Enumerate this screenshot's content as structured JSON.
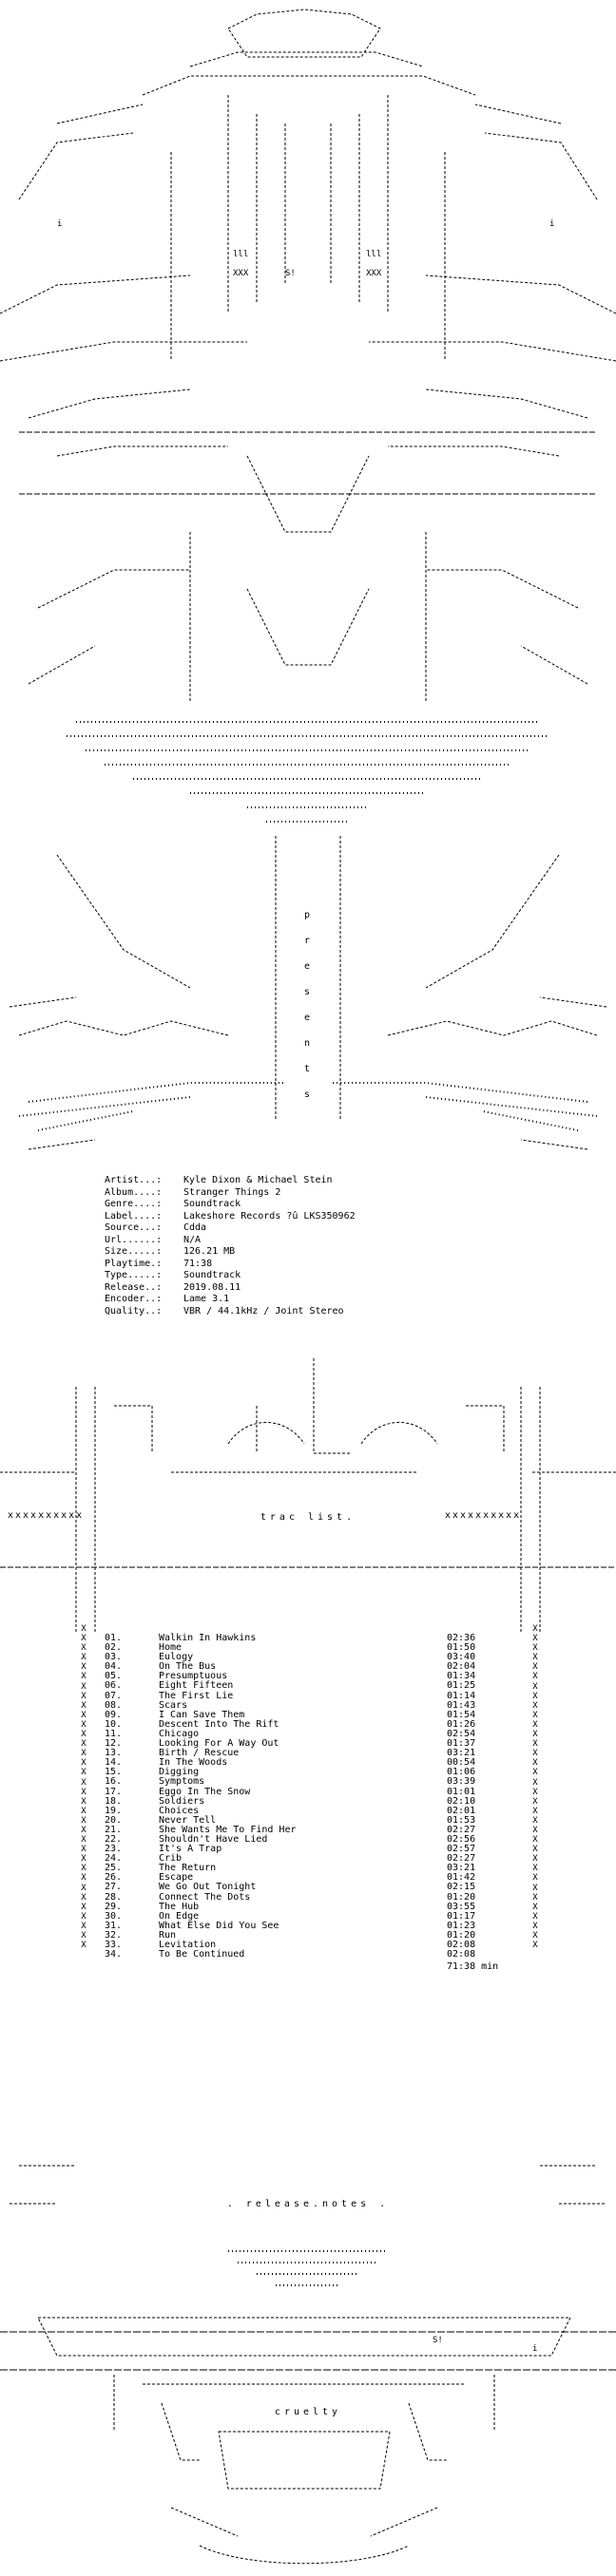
{
  "presents_letters": [
    "p",
    "r",
    "e",
    "s",
    "e",
    "n",
    "t",
    "s"
  ],
  "release_info": [
    {
      "key": "Artist...:",
      "value": "Kyle Dixon & Michael Stein"
    },
    {
      "key": "Album....:",
      "value": "Stranger Things 2"
    },
    {
      "key": "Genre....:",
      "value": "Soundtrack"
    },
    {
      "key": "Label....:",
      "value": "Lakeshore Records ?û LKS350962"
    },
    {
      "key": "Source...:",
      "value": "Cdda"
    },
    {
      "key": "Url......:",
      "value": "N/A"
    },
    {
      "key": "Size.....:",
      "value": "126.21 MB"
    },
    {
      "key": "Playtime.:",
      "value": "71:38"
    },
    {
      "key": "Type.....:",
      "value": "Soundtrack"
    },
    {
      "key": "Release..:",
      "value": "2019.08.11"
    },
    {
      "key": "Encoder..:",
      "value": "Lame 3.1"
    },
    {
      "key": "Quality..:",
      "value": "VBR / 44.1kHz / Joint Stereo"
    }
  ],
  "tracklist_caption": "trac    list.",
  "x_row_left": "xxxxxxxxxx",
  "x_row_right": "xxxxxxxxxx",
  "tracks": [
    {
      "no": "01.",
      "title": "Walkin In Hawkins",
      "time": "02:36"
    },
    {
      "no": "02.",
      "title": "Home",
      "time": "01:50"
    },
    {
      "no": "03.",
      "title": "Eulogy",
      "time": "03:40"
    },
    {
      "no": "04.",
      "title": "On The Bus",
      "time": "02:04"
    },
    {
      "no": "05.",
      "title": "Presumptuous",
      "time": "01:34"
    },
    {
      "no": "06.",
      "title": "Eight Fifteen",
      "time": "01:25"
    },
    {
      "no": "07.",
      "title": "The First Lie",
      "time": "01:14"
    },
    {
      "no": "08.",
      "title": "Scars",
      "time": "01:43"
    },
    {
      "no": "09.",
      "title": "I Can Save Them",
      "time": "01:54"
    },
    {
      "no": "10.",
      "title": "Descent Into The Rift",
      "time": "01:26"
    },
    {
      "no": "11.",
      "title": "Chicago",
      "time": "02:54"
    },
    {
      "no": "12.",
      "title": "Looking For A Way Out",
      "time": "01:37"
    },
    {
      "no": "13.",
      "title": "Birth / Rescue",
      "time": "03:21"
    },
    {
      "no": "14.",
      "title": "In The Woods",
      "time": "00:54"
    },
    {
      "no": "15.",
      "title": "Digging",
      "time": "01:06"
    },
    {
      "no": "16.",
      "title": "Symptoms",
      "time": "03:39"
    },
    {
      "no": "17.",
      "title": "Eggo In The Snow",
      "time": "01:01"
    },
    {
      "no": "18.",
      "title": "Soldiers",
      "time": "02:10"
    },
    {
      "no": "19.",
      "title": "Choices",
      "time": "02:01"
    },
    {
      "no": "20.",
      "title": "Never Tell",
      "time": "01:53"
    },
    {
      "no": "21.",
      "title": "She Wants Me To Find Her",
      "time": "02:27"
    },
    {
      "no": "22.",
      "title": "Shouldn't Have Lied",
      "time": "02:56"
    },
    {
      "no": "23.",
      "title": "It's A Trap",
      "time": "02:57"
    },
    {
      "no": "24.",
      "title": "Crib",
      "time": "02:27"
    },
    {
      "no": "25.",
      "title": "The Return",
      "time": "03:21"
    },
    {
      "no": "26.",
      "title": "Escape",
      "time": "01:42"
    },
    {
      "no": "27.",
      "title": "We Go Out Tonight",
      "time": "02:15"
    },
    {
      "no": "28.",
      "title": "Connect The Dots",
      "time": "01:20"
    },
    {
      "no": "29.",
      "title": "The Hub",
      "time": "03:55"
    },
    {
      "no": "30.",
      "title": "On Edge",
      "time": "01:17"
    },
    {
      "no": "31.",
      "title": "What Else Did You See",
      "time": "01:23"
    },
    {
      "no": "32.",
      "title": "Run",
      "time": "01:20"
    },
    {
      "no": "33.",
      "title": "Levitation",
      "time": "02:08"
    },
    {
      "no": "34.",
      "title": "To Be Continued",
      "time": "02:08"
    }
  ],
  "total_time": "71:38 min",
  "release_notes_caption": ". release.notes .",
  "footer_word": "cruelty",
  "glyphs": {
    "s_mark": "S!",
    "x_mark": "X",
    "i_mark": "i",
    "xxx": "XXX",
    "lll": "lll"
  }
}
